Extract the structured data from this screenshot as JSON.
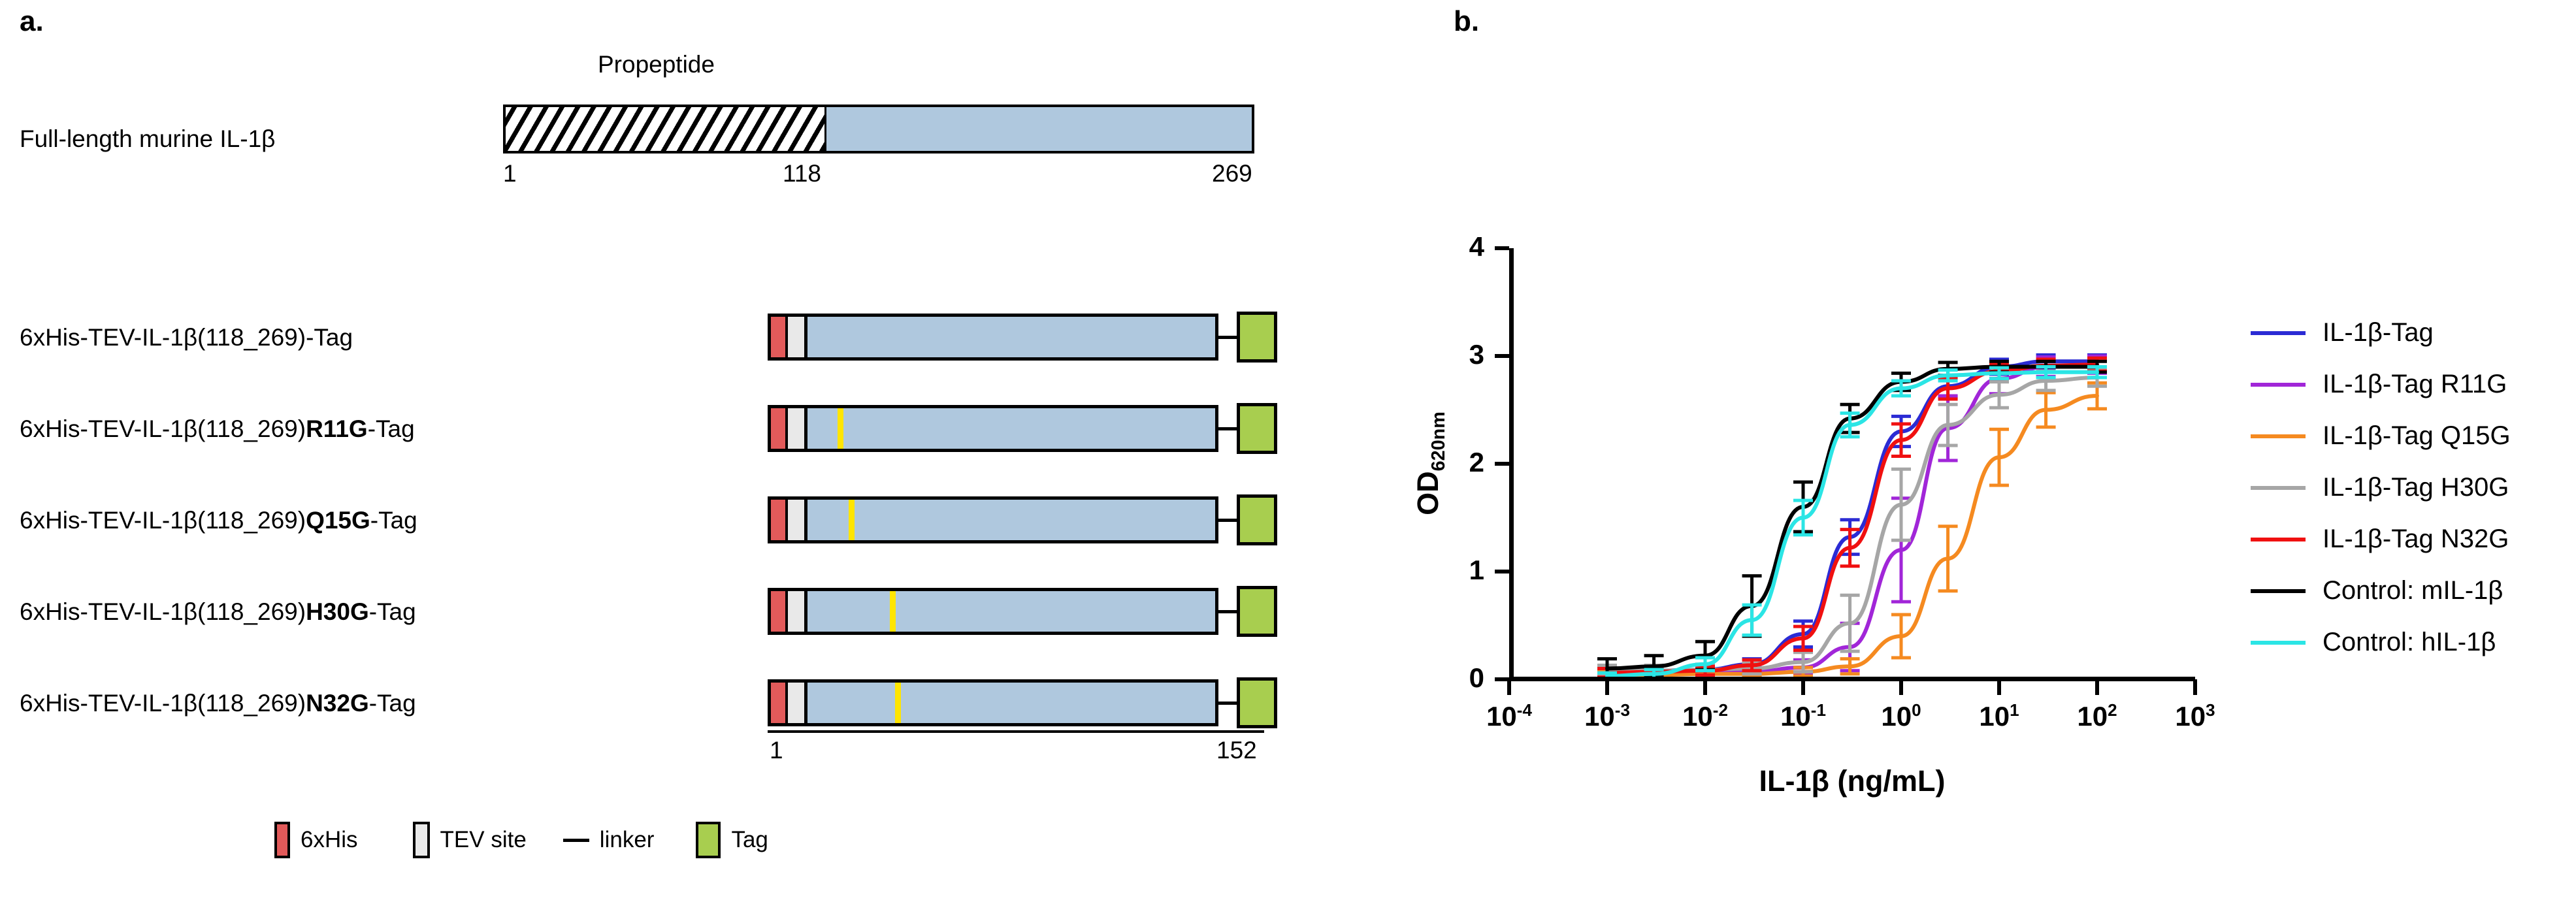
{
  "panels": {
    "a_letter": "a.",
    "b_letter": "b."
  },
  "panel_a": {
    "full_length": {
      "label": "Full-length murine IL-1β",
      "propeptide_title": "Propeptide",
      "start": "1",
      "cleavage": "118",
      "end": "269"
    },
    "constructs": [
      {
        "prefix": "6xHis-TEV-IL-1β(118_269)",
        "mutation": "",
        "suffix": "-Tag",
        "mut_pos": null
      },
      {
        "prefix": "6xHis-TEV-IL-1β(118_269)",
        "mutation": "R11G",
        "suffix": "-Tag",
        "mut_pos": 11
      },
      {
        "prefix": "6xHis-TEV-IL-1β(118_269)",
        "mutation": "Q15G",
        "suffix": "-Tag",
        "mut_pos": 15
      },
      {
        "prefix": "6xHis-TEV-IL-1β(118_269)",
        "mutation": "H30G",
        "suffix": "-Tag",
        "mut_pos": 30
      },
      {
        "prefix": "6xHis-TEV-IL-1β(118_269)",
        "mutation": "N32G",
        "suffix": "-Tag",
        "mut_pos": 32
      }
    ],
    "scale": {
      "start": "1",
      "end": "152",
      "length": 152
    },
    "key": [
      {
        "name": "6xHis",
        "swatch": "his-swatch",
        "color": "#E25A5A"
      },
      {
        "name": "TEV site",
        "swatch": "tev-swatch",
        "color": "#E9E9E9"
      },
      {
        "name": "linker",
        "swatch": "linker-line",
        "color": "#000000"
      },
      {
        "name": "Tag",
        "swatch": "tag-swatch",
        "color": "#A8CE4F"
      }
    ],
    "colors": {
      "his": "#E25A5A",
      "tev": "#E9E9E9",
      "body": "#AFC8DE",
      "tag": "#A8CE4F",
      "mutation": "#FFE500",
      "outline": "#000000"
    }
  },
  "chart_data": {
    "type": "line",
    "title": "",
    "xlabel": "IL-1β (ng/mL)",
    "ylabel": "OD620nm",
    "ylabel_base": "OD",
    "ylabel_sub": "620nm",
    "xscale": "log",
    "xlim": [
      -4,
      3
    ],
    "ylim": [
      0,
      4
    ],
    "yticks": [
      0,
      1,
      2,
      3,
      4
    ],
    "xticks": [
      -4,
      -3,
      -2,
      -1,
      0,
      1,
      2,
      3
    ],
    "xticklabels": [
      "10-4",
      "10-3",
      "10-2",
      "10-1",
      "100",
      "101",
      "102",
      "103"
    ],
    "grid": false,
    "legend_position": "right",
    "x": [
      0.001,
      0.003,
      0.01,
      0.03,
      0.1,
      0.3,
      1,
      3,
      10,
      30,
      100
    ],
    "series": [
      {
        "name": "IL-1β-Tag",
        "color": "#2B2BD4",
        "values": [
          0.07,
          0.08,
          0.09,
          0.14,
          0.42,
          1.32,
          2.3,
          2.72,
          2.9,
          2.95,
          2.95
        ],
        "errors": [
          0.04,
          0.04,
          0.04,
          0.05,
          0.12,
          0.16,
          0.14,
          0.1,
          0.07,
          0.06,
          0.06
        ]
      },
      {
        "name": "IL-1β-Tag R11G",
        "color": "#A126D8",
        "values": [
          0.05,
          0.05,
          0.06,
          0.07,
          0.11,
          0.3,
          1.2,
          2.33,
          2.79,
          2.9,
          2.92
        ],
        "errors": [
          0.03,
          0.03,
          0.03,
          0.04,
          0.07,
          0.22,
          0.48,
          0.3,
          0.14,
          0.09,
          0.08
        ]
      },
      {
        "name": "IL-1β-Tag Q15G",
        "color": "#F58A20",
        "values": [
          0.04,
          0.04,
          0.05,
          0.05,
          0.07,
          0.12,
          0.4,
          1.12,
          2.06,
          2.5,
          2.63
        ],
        "errors": [
          0.03,
          0.03,
          0.03,
          0.03,
          0.04,
          0.07,
          0.2,
          0.3,
          0.26,
          0.16,
          0.12
        ]
      },
      {
        "name": "IL-1β-Tag H30G",
        "color": "#A6A6A6",
        "values": [
          0.08,
          0.08,
          0.09,
          0.1,
          0.16,
          0.52,
          1.62,
          2.36,
          2.64,
          2.77,
          2.8
        ],
        "errors": [
          0.05,
          0.05,
          0.05,
          0.05,
          0.09,
          0.26,
          0.33,
          0.19,
          0.12,
          0.09,
          0.08
        ]
      },
      {
        "name": "IL-1β-Tag N32G",
        "color": "#F01010",
        "values": [
          0.06,
          0.07,
          0.08,
          0.13,
          0.38,
          1.22,
          2.22,
          2.7,
          2.86,
          2.91,
          2.92
        ],
        "errors": [
          0.04,
          0.04,
          0.04,
          0.05,
          0.11,
          0.17,
          0.15,
          0.1,
          0.07,
          0.06,
          0.06
        ]
      },
      {
        "name": "Control: mIL-1β",
        "color": "#000000",
        "values": [
          0.1,
          0.12,
          0.22,
          0.68,
          1.6,
          2.42,
          2.76,
          2.88,
          2.9,
          2.9,
          2.9
        ],
        "errors": [
          0.09,
          0.1,
          0.13,
          0.28,
          0.23,
          0.13,
          0.08,
          0.06,
          0.05,
          0.05,
          0.05
        ]
      },
      {
        "name": "Control: hIL-1β",
        "color": "#2BE5E5",
        "values": [
          0.03,
          0.05,
          0.14,
          0.55,
          1.5,
          2.36,
          2.7,
          2.82,
          2.84,
          2.85,
          2.85
        ],
        "errors": [
          0.03,
          0.04,
          0.06,
          0.14,
          0.16,
          0.11,
          0.07,
          0.05,
          0.05,
          0.05,
          0.05
        ]
      }
    ]
  }
}
